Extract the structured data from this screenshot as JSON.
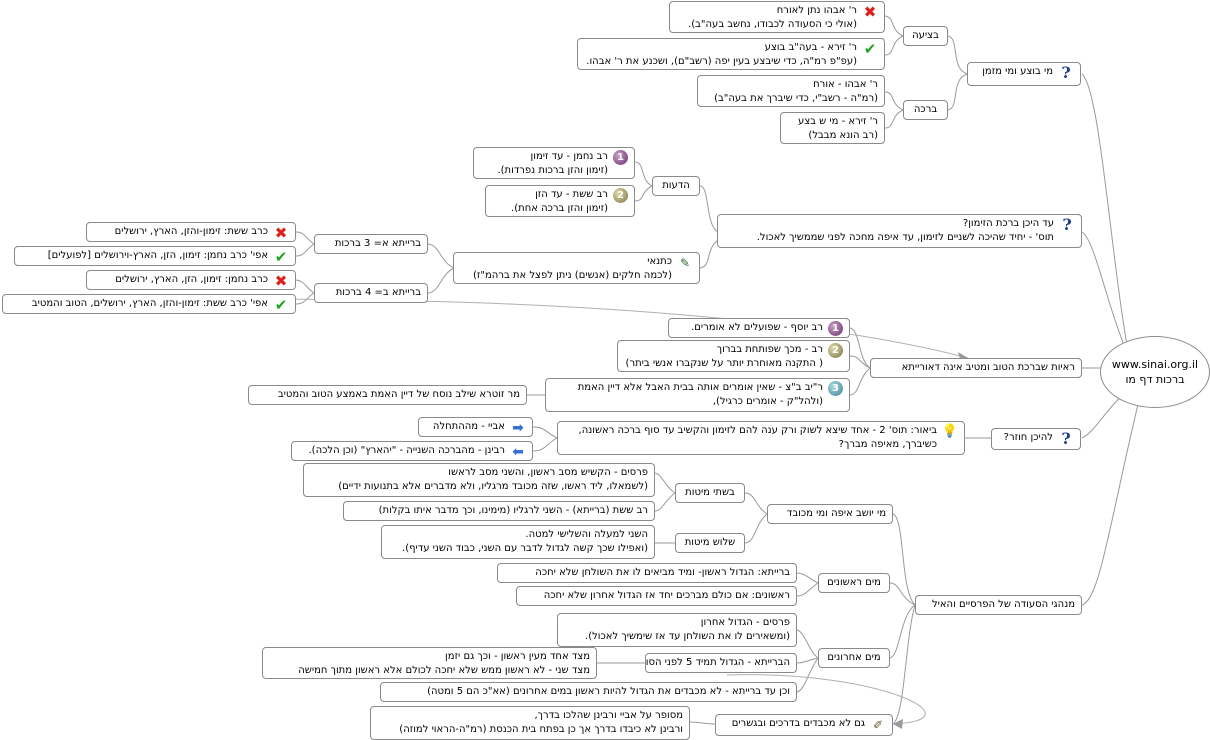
{
  "center": {
    "line1": "www.sinai.org.il",
    "line2": "ברכות דף מו"
  },
  "nodes": {
    "who_blesses": "מי בוצע ומי מזמן",
    "bitzia": "בציעה",
    "rav_abahu_guest_l1": "ר' אבהו נתן לאורח",
    "rav_abahu_guest_l2": "(אולי כי הסעודה לכבודו, נחשב בעה\"ב).",
    "rav_zeira_l1": "ר' זירא - בעה\"ב בוצע",
    "rav_zeira_l2": "(עפ\"פ רמ\"ה, כדי שיבצע בעין יפה (רשב\"ם), ושכנע את ר' אבהו.",
    "bracha": "ברכה",
    "rav_abahu_orech_l1": "ר' אבהו - אורח",
    "rav_abahu_orech_l2": "(רמ\"ה - רשב\"י, כדי שיברך את בעה\"ב)",
    "rav_zeira_who_l1": "ר' זירא - מי ש בצע",
    "rav_zeira_who_l2": "(רב הונא מבבל)",
    "until_where_l1": "עד היכן ברכת הזימון?",
    "until_where_l2": "תוס' - יחיד שהיכה לשניים לזימון, עד איפה מחכה לפני שממשיך לאכול.",
    "deot": "הדעות",
    "rav_nachman_l1": "רב נחמן - עד זימון",
    "rav_nachman_l2": "(זימון והזן ברכות נפרדות).",
    "rav_sheshet_l1": "רב ששת - עד הזן",
    "rav_sheshet_l2": "(זימון והזן ברכה אחת).",
    "tanaim_l1": "כתנאי",
    "tanaim_l2": "(לכמה חלקים (אנשים) ניתן לפצל את ברהמ\"ז)",
    "baraita_a": "ברייתא א= 3 ברכות",
    "baraita_a_x": "כרב ששת: זימון-והזן, הארץ, ירושלים",
    "baraita_a_check": "אפי' כרב נחמן: זימון, הזן, הארץ-וירושלים [לפועלים]",
    "baraita_b": "ברייתא ב= 4 ברכות",
    "baraita_b_x": "כרב נחמן: זימון, הזן, הארץ, ירושלים",
    "baraita_b_check": "אפי' כרב ששת: זימון-והזן, הארץ, ירושלים, הטוב והמטיב",
    "proofs": "ראיות שברכת הטוב ומטיב אינה דאורייתא",
    "rav_yosef": "רב יוסף - שפועלים לא אומרים.",
    "rav_hatov_l1": "רב - מכך שפותחת בברוך",
    "rav_hatov_l2": "( התקנה מאוחרת יותר על שנקברו אנשי ביתר)",
    "rach_l1": "ר\"יב ב\"צ - שאין אומרים אותה בבית האבל אלא דיין האמת",
    "rach_l2": "(ולהל\"ק - אומרים כרגיל),",
    "mar_zutra": "מר זוטרא שילב נוסח של דיין האמת באמצע הטוב והמטיב",
    "until_return": "להיכן חוזר?",
    "biur_l1": "ביאור: תוס' 2 - אחד שיצא לשוק ורק ענה להם לזימון והקשיב עד סוף ברכה ראשונה,",
    "biur_l2": "כשיברך, מאיפה מברך?",
    "abaye": "אביי - מההתחלה",
    "ravina": "רבינן - מהברכה השנייה - \"יהארץ\" (וכן הלכה).",
    "customs": "מנהגי הסעודה של הפרסיים והאיל",
    "who_sits": "מי יושב איפה ומי מכובד",
    "two_beds": "בשתי מיטות",
    "persians_l1": "פרסים - הקשיש מסב ראשון, והשני מסב לראשו",
    "persians_l2": "(לשמאלו, ליד ראשו, שזה מכובד מרגליו, ולא מדברים אלא בתנועות ידיים)",
    "rav_sheshet_feet": "רב ששת (ברייתא) - השני לרגליו (מימינו, וכך מדבר איתו בקלות)",
    "three_beds": "שלוש מיטות",
    "third_l1": "השני למעלה והשלישי למטה.",
    "third_l2": "(ואפילו שכך קשה לגדול לדבר עם השני, כבוד השני עדיף).",
    "first_water": "מים ראשונים",
    "fw_baraita": "ברייתא: הגדול ראשון- ומיד מביאים לו את השולחן שלא יחכה",
    "fw_rishonim": "ראשונים: אם כולם מברכים יחד אז הגדול אחרון שלא יחכה",
    "last_water": "מים אחרונים",
    "persians_last_l1": "פרסים - הגדול אחרון",
    "persians_last_l2": "(ומשאירים לו את השולחן עד אז שימשיך לאכול).",
    "baraita_five": "הברייתא - הגדול תמיד 5 לפני הסוף",
    "fivebefore_l1": "מצד אחד מעין ראשון - וכך גם יזמן",
    "fivebefore_l2": "מצד שני - לא ראשון ממש שלא יחכה לכולם אלא ראשון מתוך חמישה",
    "rav_ad": "וכן עד ברייתא - לא מכבדים את הגדול להיות ראשון במים אחרונים (אא\"כ הם 5 ומטה)",
    "not_honored": "גם לא מכבדים בדרכים ובגשרים",
    "story_l1": "מסופר על אביי ורבינן שהלכו בדרך,",
    "story_l2": "ורבינן לא כיבדו בדרך אך כן בפתח בית הכנסת (רמ\"ה-הראוי למוזה)"
  },
  "colors": {
    "border": "#8a8a8a",
    "line": "#9a9a9a",
    "question": "#1c3c8c",
    "x": "#d9231a",
    "check": "#21a021"
  }
}
